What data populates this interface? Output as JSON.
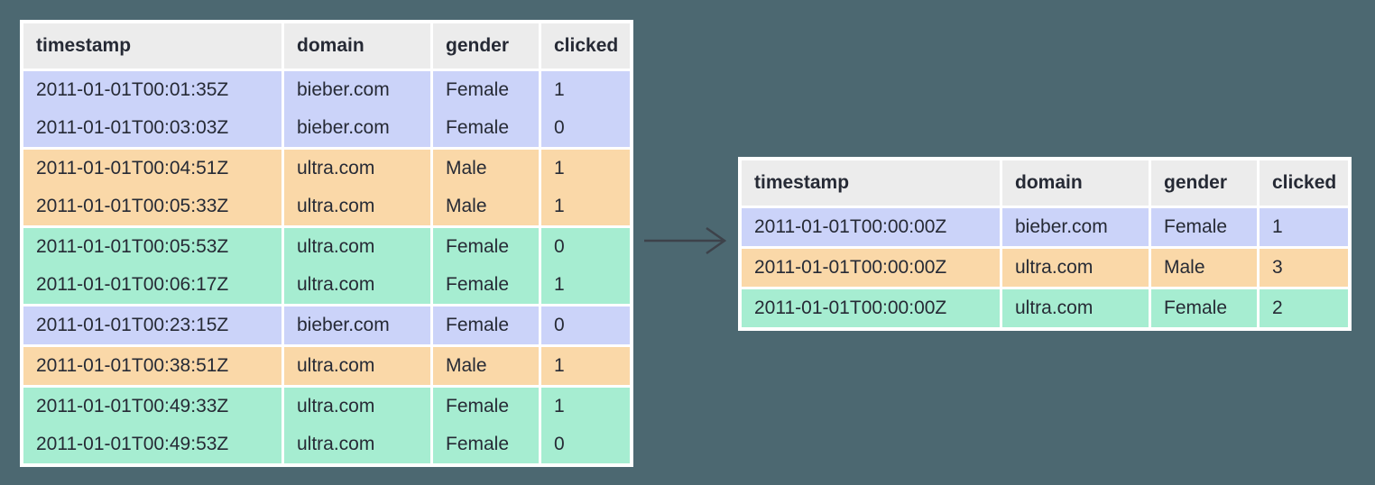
{
  "colors": {
    "background": "#4C6871",
    "table_border": "#FFFFFF",
    "header_bg": "#ECECEC",
    "group_lavender": "#CBD3F9",
    "group_orange": "#FAD8A8",
    "group_green": "#A6EDD1",
    "text": "#262A35",
    "arrow": "#3D424A"
  },
  "arrow": {
    "icon": "right-arrow"
  },
  "left_table": {
    "columns": [
      "timestamp",
      "domain",
      "gender",
      "clicked"
    ],
    "rows": [
      {
        "timestamp": "2011-01-01T00:01:35Z",
        "domain": "bieber.com",
        "gender": "Female",
        "clicked": "1",
        "group": "lavender"
      },
      {
        "timestamp": "2011-01-01T00:03:03Z",
        "domain": "bieber.com",
        "gender": "Female",
        "clicked": "0",
        "group": "lavender"
      },
      {
        "timestamp": "2011-01-01T00:04:51Z",
        "domain": "ultra.com",
        "gender": "Male",
        "clicked": "1",
        "group": "orange"
      },
      {
        "timestamp": "2011-01-01T00:05:33Z",
        "domain": "ultra.com",
        "gender": "Male",
        "clicked": "1",
        "group": "orange"
      },
      {
        "timestamp": "2011-01-01T00:05:53Z",
        "domain": "ultra.com",
        "gender": "Female",
        "clicked": "0",
        "group": "green"
      },
      {
        "timestamp": "2011-01-01T00:06:17Z",
        "domain": "ultra.com",
        "gender": "Female",
        "clicked": "1",
        "group": "green"
      },
      {
        "timestamp": "2011-01-01T00:23:15Z",
        "domain": "bieber.com",
        "gender": "Female",
        "clicked": "0",
        "group": "lavender"
      },
      {
        "timestamp": "2011-01-01T00:38:51Z",
        "domain": "ultra.com",
        "gender": "Male",
        "clicked": "1",
        "group": "orange"
      },
      {
        "timestamp": "2011-01-01T00:49:33Z",
        "domain": "ultra.com",
        "gender": "Female",
        "clicked": "1",
        "group": "green"
      },
      {
        "timestamp": "2011-01-01T00:49:53Z",
        "domain": "ultra.com",
        "gender": "Female",
        "clicked": "0",
        "group": "green"
      }
    ]
  },
  "right_table": {
    "columns": [
      "timestamp",
      "domain",
      "gender",
      "clicked"
    ],
    "rows": [
      {
        "timestamp": "2011-01-01T00:00:00Z",
        "domain": "bieber.com",
        "gender": "Female",
        "clicked": "1",
        "group": "lavender"
      },
      {
        "timestamp": "2011-01-01T00:00:00Z",
        "domain": "ultra.com",
        "gender": "Male",
        "clicked": "3",
        "group": "orange"
      },
      {
        "timestamp": "2011-01-01T00:00:00Z",
        "domain": "ultra.com",
        "gender": "Female",
        "clicked": "2",
        "group": "green"
      }
    ]
  }
}
